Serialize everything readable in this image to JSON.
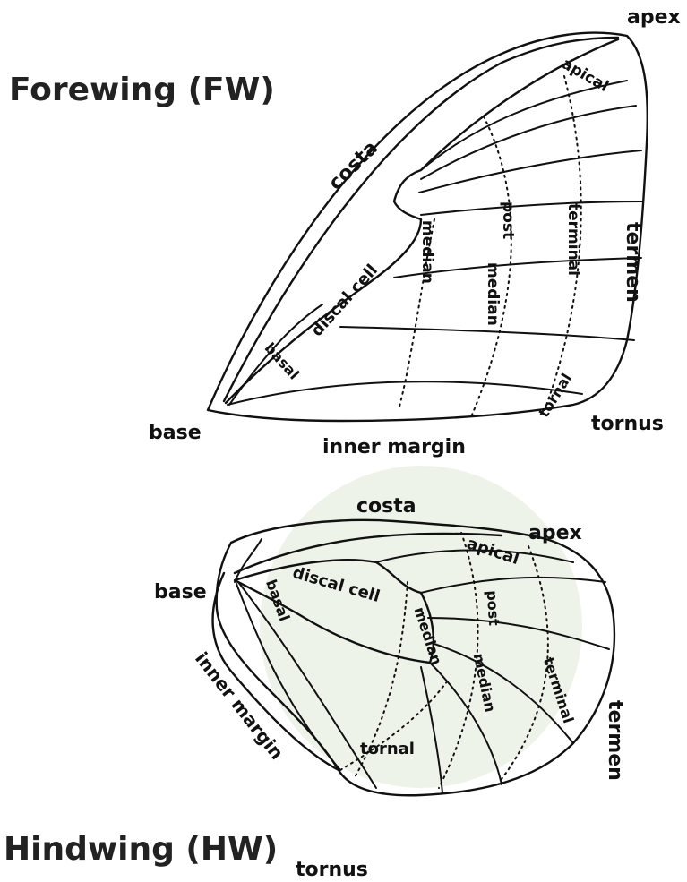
{
  "forewing": {
    "title": "Forewing (FW)",
    "labels": {
      "apex": "apex",
      "apical": "apical",
      "costa": "costa",
      "termen": "termen",
      "post": "post",
      "terminal": "terminal",
      "median_1": "median",
      "median_2": "median",
      "discal_cell": "discal cell",
      "basal": "basal",
      "tornal": "tornal",
      "base": "base",
      "tornus": "tornus",
      "inner_margin": "inner margin"
    }
  },
  "hindwing": {
    "title": "Hindwing (HW)",
    "labels": {
      "costa": "costa",
      "apex": "apex",
      "apical": "apical",
      "base": "base",
      "basal": "basal",
      "discal_cell": "discal cell",
      "median_1": "median",
      "post": "post",
      "median_2": "median",
      "terminal": "terminal",
      "termen": "termen",
      "inner_margin": "inner margin",
      "tornal": "tornal",
      "tornus": "tornus"
    }
  },
  "colors": {
    "ink": "#111111",
    "watermark": "#cfdcc3"
  }
}
